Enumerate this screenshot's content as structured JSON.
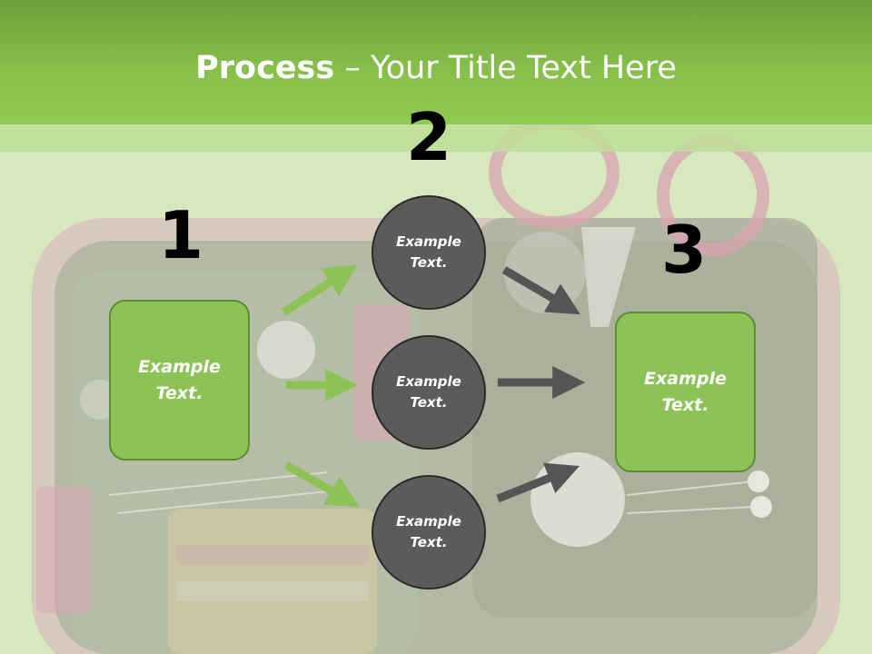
{
  "title": {
    "bold": "Process",
    "rest": " – Your Title Text Here"
  },
  "steps": {
    "one": "1",
    "two": "2",
    "three": "3"
  },
  "left_box": {
    "line1": "Example",
    "line2": "Text."
  },
  "right_box": {
    "line1": "Example",
    "line2": "Text."
  },
  "circles": [
    {
      "line1": "Example",
      "line2": "Text."
    },
    {
      "line1": "Example",
      "line2": "Text."
    },
    {
      "line1": "Example",
      "line2": "Text."
    }
  ],
  "colors": {
    "title_band": "#86bf4a",
    "box_fill": "#8dc356",
    "circle_fill": "#5b5b5b",
    "arrow_green": "#8dc356",
    "arrow_gray": "#555555",
    "background": "#d7e8bf"
  }
}
